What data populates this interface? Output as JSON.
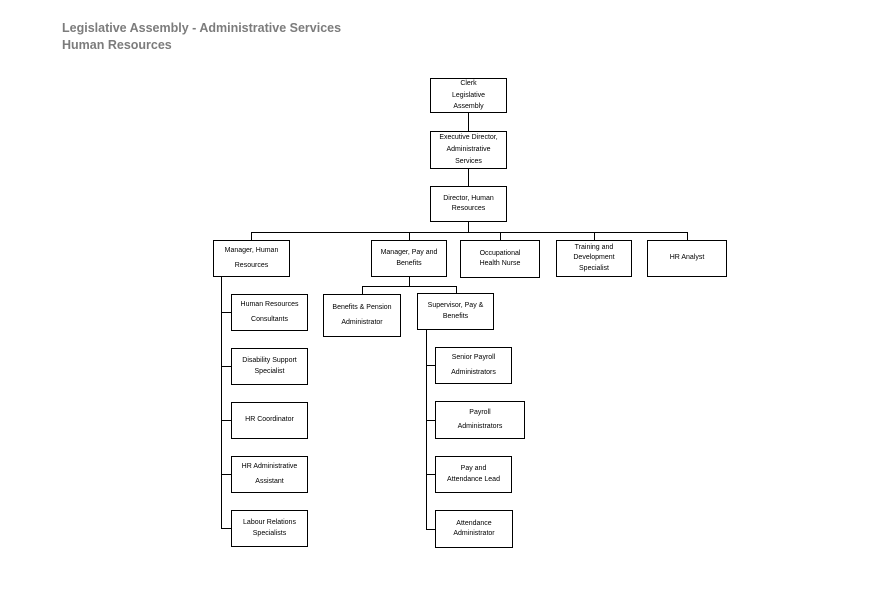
{
  "title": {
    "line1": "Legislative Assembly - Administrative Services",
    "line2": "Human Resources"
  },
  "colors": {
    "title_text": "#7c7c7c",
    "box_border": "#000000",
    "box_text": "#000000",
    "connector": "#000000",
    "background": "#ffffff"
  },
  "nodes": {
    "clerk": {
      "lines": [
        "Clerk",
        "Legislative",
        "Assembly"
      ],
      "reports_to": null
    },
    "executive_director": {
      "lines": [
        "Executive Director,",
        "Administrative",
        "Services"
      ],
      "reports_to": "clerk"
    },
    "director_hr": {
      "lines": [
        "Director, Human",
        "Resources"
      ],
      "reports_to": "executive_director"
    },
    "manager_hr": {
      "lines": [
        "Manager, Human",
        "Resources"
      ],
      "reports_to": "director_hr"
    },
    "manager_pay_benefits": {
      "lines": [
        "Manager, Pay and",
        "Benefits"
      ],
      "reports_to": "director_hr"
    },
    "occupational_health_nurse": {
      "lines": [
        "Occupational",
        "Health Nurse"
      ],
      "reports_to": "director_hr"
    },
    "training_development_specialist": {
      "lines": [
        "Training and",
        "Development",
        "Specialist"
      ],
      "reports_to": "director_hr"
    },
    "hr_analyst": {
      "lines": [
        "HR Analyst"
      ],
      "reports_to": "director_hr"
    },
    "hr_consultants": {
      "lines": [
        "Human Resources",
        "Consultants"
      ],
      "reports_to": "manager_hr"
    },
    "disability_support_specialist": {
      "lines": [
        "Disability Support",
        "Specialist"
      ],
      "reports_to": "manager_hr"
    },
    "hr_coordinator": {
      "lines": [
        "HR Coordinator"
      ],
      "reports_to": "manager_hr"
    },
    "hr_administrative_assistant": {
      "lines": [
        "HR Administrative",
        "Assistant"
      ],
      "reports_to": "manager_hr"
    },
    "labour_relations_specialists": {
      "lines": [
        "Labour Relations",
        "Specialists"
      ],
      "reports_to": "manager_hr"
    },
    "benefits_pension_administrator": {
      "lines": [
        "Benefits & Pension",
        "Administrator"
      ],
      "reports_to": "manager_pay_benefits"
    },
    "supervisor_pay_benefits": {
      "lines": [
        "Supervisor, Pay &",
        "Benefits"
      ],
      "reports_to": "manager_pay_benefits"
    },
    "senior_payroll_administrators": {
      "lines": [
        "Senior Payroll",
        "Administrators"
      ],
      "reports_to": "supervisor_pay_benefits"
    },
    "payroll_administrators": {
      "lines": [
        "Payroll",
        "Administrators"
      ],
      "reports_to": "supervisor_pay_benefits"
    },
    "pay_attendance_lead": {
      "lines": [
        "Pay and",
        "Attendance Lead"
      ],
      "reports_to": "supervisor_pay_benefits"
    },
    "attendance_administrator": {
      "lines": [
        "Attendance",
        "Administrator"
      ],
      "reports_to": "supervisor_pay_benefits"
    }
  }
}
